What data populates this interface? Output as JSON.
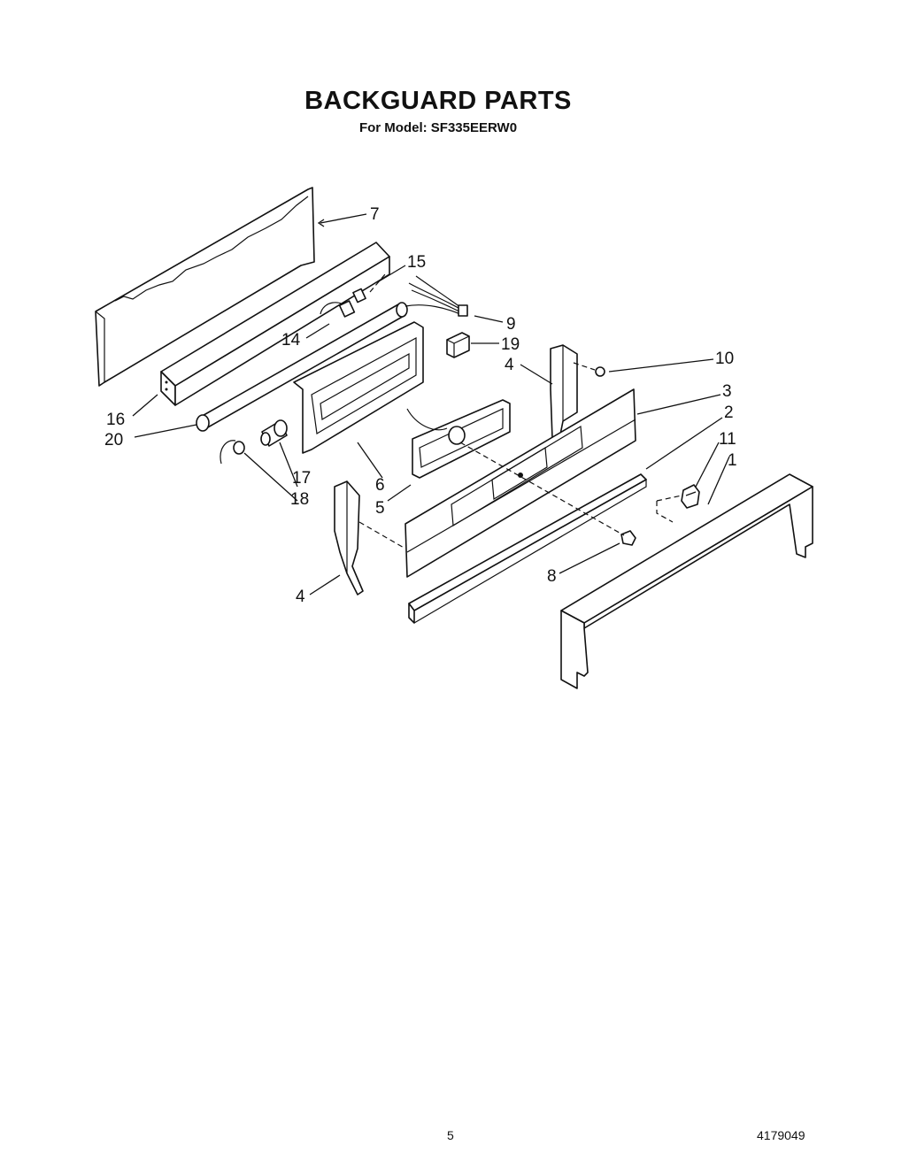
{
  "title": "BACKGUARD PARTS",
  "subtitle": "For Model: SF335EERW0",
  "callouts": {
    "p1": "1",
    "p2": "2",
    "p3": "3",
    "p4a": "4",
    "p4b": "4",
    "p5": "5",
    "p6": "6",
    "p7": "7",
    "p8": "8",
    "p9": "9",
    "p10": "10",
    "p11": "11",
    "p14": "14",
    "p15": "15",
    "p16": "16",
    "p17": "17",
    "p18": "18",
    "p19": "19",
    "p20": "20"
  },
  "footer": {
    "page_number": "5",
    "doc_number": "4179049"
  }
}
